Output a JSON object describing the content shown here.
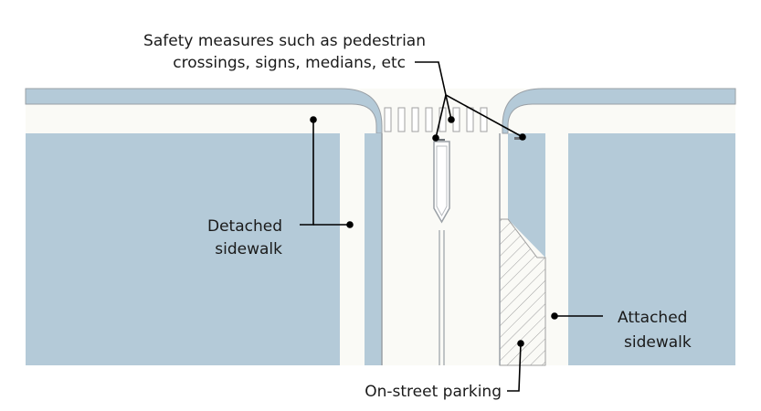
{
  "colors": {
    "background": "#ffffff",
    "road": "#fafaf6",
    "block": "#b4cad8",
    "outline": "#9aa0a6",
    "leader": "#000000",
    "hatch": "#a0a0a0"
  },
  "labels": {
    "safety": {
      "line1": "Safety measures such as pedestrian",
      "line2": "crossings, signs, medians, etc"
    },
    "detached": {
      "line1": "Detached",
      "line2": "sidewalk"
    },
    "attached": {
      "line1": "Attached",
      "line2": "sidewalk"
    },
    "parking": {
      "line1": "On-street parking"
    }
  }
}
